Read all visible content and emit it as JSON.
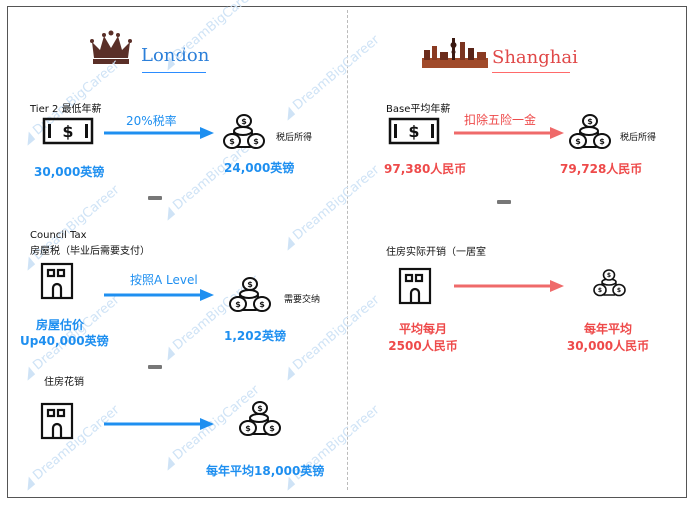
{
  "header": {
    "left_city": "London",
    "right_city": "Shanghai"
  },
  "london": {
    "salary": {
      "title": "Tier 2 最低年薪",
      "tax_label": "20%税率",
      "gross": "30,000英镑",
      "net_label": "税后所得",
      "net": "24,000英镑"
    },
    "council_tax": {
      "title_line1": "Council Tax",
      "title_line2": "房屋税（毕业后需要支付）",
      "arrow_label": "按照A Level",
      "house_value_line1": "房屋估价",
      "house_value_line2": "Up40,000英镑",
      "pay_label": "需要交纳",
      "pay": "1,202英镑"
    },
    "housing": {
      "title": "住房花销",
      "annual": "每年平均18,000英镑"
    }
  },
  "shanghai": {
    "salary": {
      "title": "Base平均年薪",
      "arrow_label": "扣除五险一金",
      "gross": "97,380人民币",
      "net_label": "税后所得",
      "net": "79,728人民币"
    },
    "housing": {
      "title": "住房实际开销（一居室",
      "monthly_line1": "平均每月",
      "monthly_line2": "2500人民币",
      "annual_line1": "每年平均",
      "annual_line2": "30,000人民币"
    }
  },
  "colors": {
    "blue": "#1e8ff0",
    "red": "#ee4a4a"
  }
}
